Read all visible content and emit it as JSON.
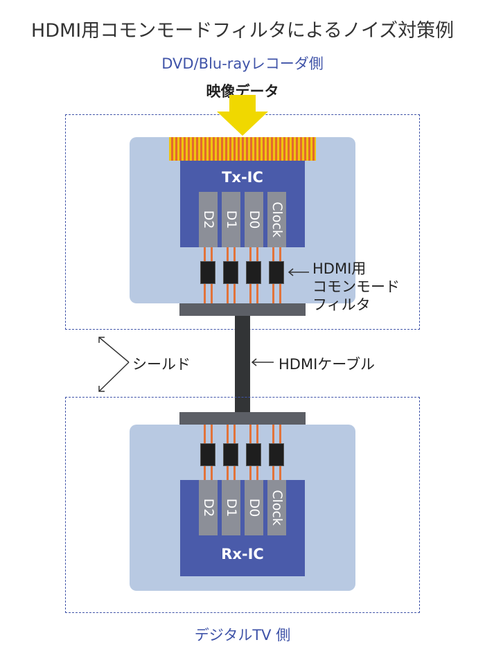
{
  "title": "HDMI用コモンモードフィルタによるノイズ対策例",
  "source_side": "DVD/Blu-rayレコーダ側",
  "video_data": "映像データ",
  "tx_ic": "Tx-IC",
  "rx_ic": "Rx-IC",
  "lanes": [
    "D2",
    "D1",
    "D0",
    "Clock"
  ],
  "filter_label_line1": "HDMI用",
  "filter_label_line2": "コモンモード",
  "filter_label_line3": "フィルタ",
  "shield_label": "シールド",
  "cable_label": "HDMIケーブル",
  "sink_side": "デジタルTV 側",
  "colors": {
    "dashed_border": "#3f53a8",
    "board": "#b8c9e2",
    "chip": "#4a5baa",
    "lane": "#8c8f98",
    "cable": "#323436",
    "wire": "#e2733a",
    "arrow": "#f0d800"
  }
}
